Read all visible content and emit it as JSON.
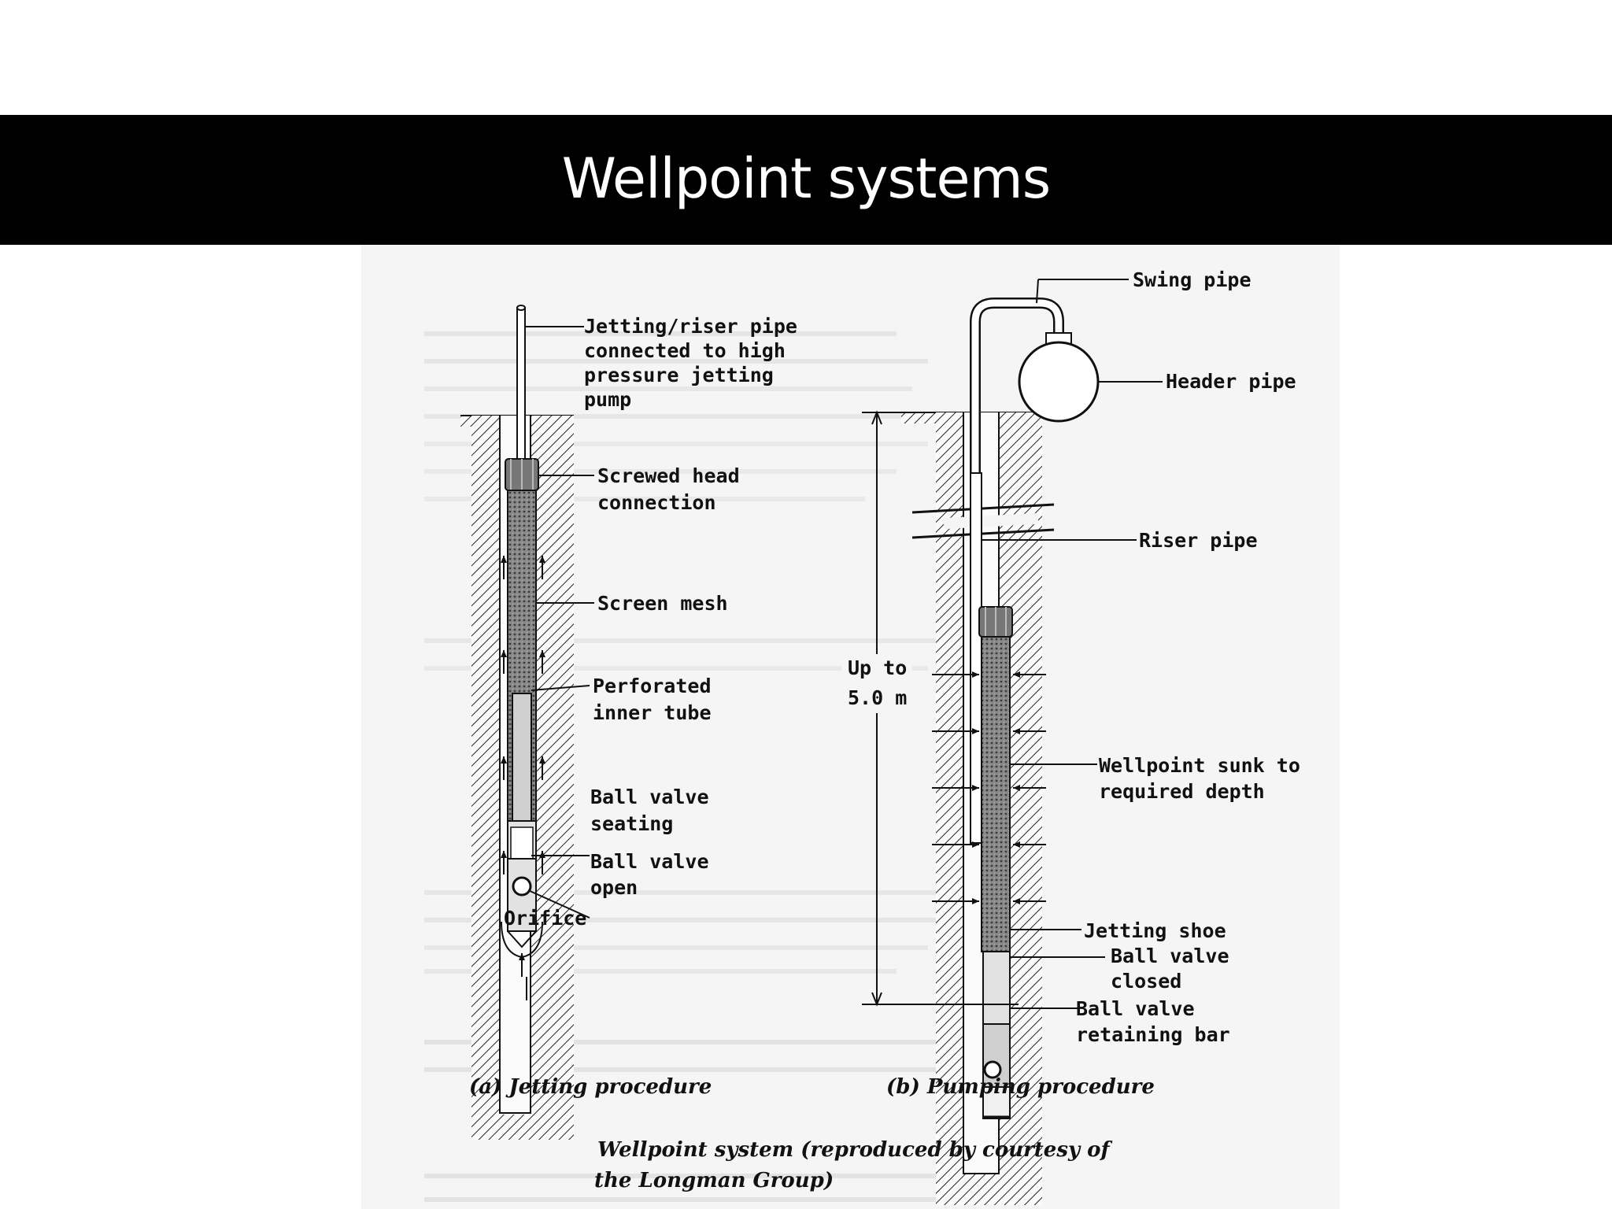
{
  "slide": {
    "title": "Wellpoint systems"
  },
  "figure": {
    "panel_a": {
      "labels": {
        "riser": [
          "Jetting/riser pipe",
          "connected to high",
          "pressure jetting",
          "pump"
        ],
        "head": [
          "Screwed head",
          "connection"
        ],
        "screen": [
          "Screen mesh"
        ],
        "inner": [
          "Perforated",
          "inner tube"
        ],
        "seating": [
          "Ball valve",
          "seating"
        ],
        "open": [
          "Ball valve",
          "open"
        ],
        "orifice": [
          "Orifice"
        ]
      },
      "caption": "(a) Jetting procedure"
    },
    "panel_b": {
      "labels": {
        "swing": [
          "Swing pipe"
        ],
        "header": [
          "Header pipe"
        ],
        "riser": [
          "Riser pipe"
        ],
        "depth": [
          "Up to",
          "5.0 m"
        ],
        "sunk": [
          "Wellpoint sunk to",
          "required depth"
        ],
        "shoe": [
          "Jetting shoe"
        ],
        "closed": [
          "Ball valve",
          "closed"
        ],
        "retaining": [
          "Ball valve",
          "retaining bar"
        ]
      },
      "caption": "(b) Pumping procedure"
    },
    "caption": [
      "Wellpoint system (reproduced by courtesy of",
      "the Longman Group)"
    ]
  }
}
